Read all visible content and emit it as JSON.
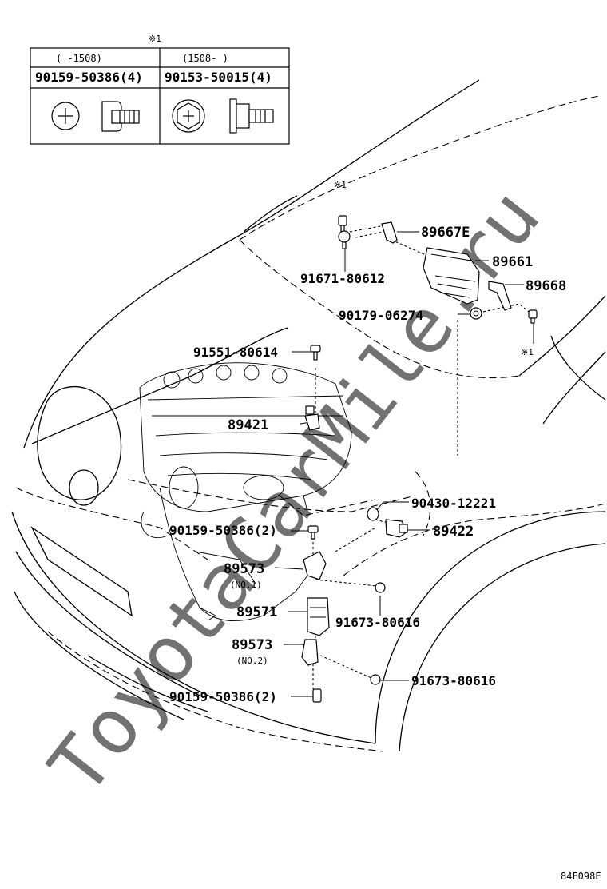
{
  "watermark": "ToyotaCarMile.ru",
  "figure_code": "84F098E",
  "table": {
    "note_mark": "※1",
    "col1_range": "(     -1508)",
    "col2_range": "(1508-     )",
    "col1_part": "90159-50386(4)",
    "col2_part": "90153-50015(4)"
  },
  "callouts": {
    "note_bolt_upper": "※1",
    "note_bolt_right": "※1",
    "p89667E": "89667E",
    "p89661": "89661",
    "p89668": "89668",
    "p91671": "91671-80612",
    "p90179": "90179-06274",
    "p91551": "91551-80614",
    "p89421": "89421",
    "p90430": "90430-12221",
    "p89422": "89422",
    "p90159_a": "90159-50386(2)",
    "p89573_1": "89573",
    "p89573_1_sub": "(NO.1)",
    "p91673_a": "91673-80616",
    "p89571": "89571",
    "p89573_2": "89573",
    "p89573_2_sub": "(NO.2)",
    "p91673_b": "91673-80616",
    "p90159_b": "90159-50386(2)"
  },
  "icons": [
    "phillips-screw-head-icon",
    "pan-head-screw-side-icon",
    "hex-flange-bolt-top-icon",
    "hex-flange-bolt-side-icon"
  ]
}
